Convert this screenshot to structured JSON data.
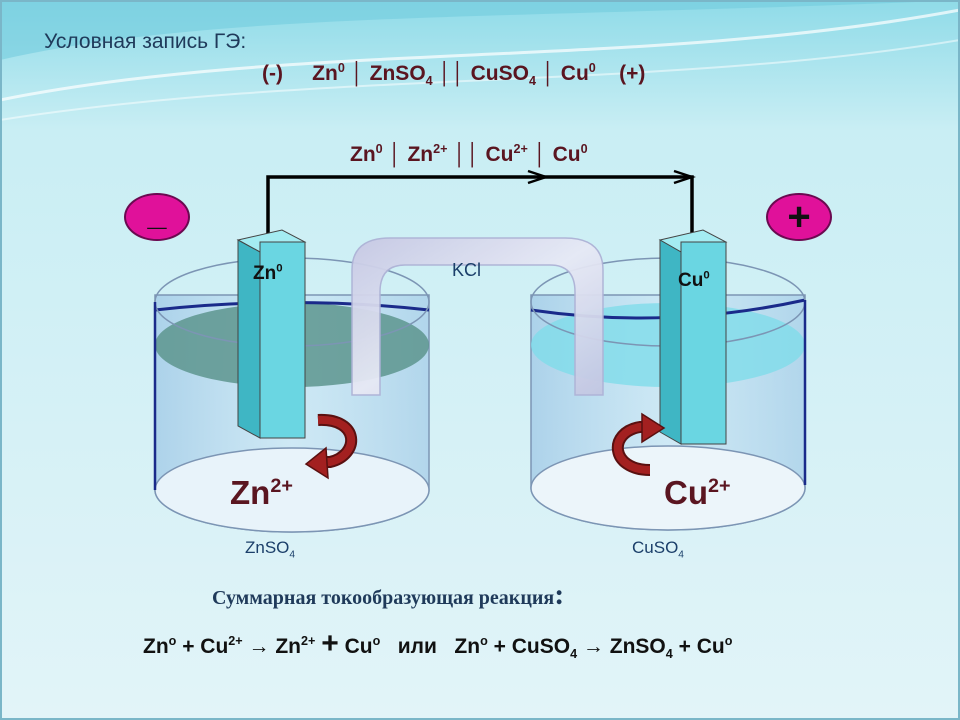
{
  "title": "Условная запись ГЭ:",
  "scheme_full": {
    "minus": "(-)",
    "zn": "Zn",
    "zn_sup": "0",
    "sep1": "│",
    "znso": "ZnSO",
    "znso_sub": "4",
    "sep2": "││",
    "cuso": "CuSO",
    "cuso_sub": "4",
    "sep3": "│",
    "cu": "Cu",
    "cu_sup": "0",
    "plus": "(+)"
  },
  "scheme_ionic": {
    "zn": "Zn",
    "zn_sup": "0",
    "sep1": "│",
    "zn_ion": "Zn",
    "zn_ion_sup": "2+",
    "sep2": "││",
    "cu_ion": "Cu",
    "cu_ion_sup": "2+",
    "sep3": "│",
    "cu": "Cu",
    "cu_sup": "0"
  },
  "anode": {
    "sign": "_",
    "electrode": "Zn",
    "electrode_sup": "0",
    "ion": "Zn",
    "ion_sup": "2+",
    "salt": "ZnSO",
    "salt_sub": "4"
  },
  "cathode": {
    "sign": "+",
    "electrode": "Cu",
    "electrode_sup": "0",
    "ion": "Cu",
    "ion_sup": "2+",
    "salt": "CuSO",
    "salt_sub": "4"
  },
  "bridge_label": "KCl",
  "summary": {
    "text": "Суммарная токообразующая реакция",
    "colon": ":"
  },
  "equation": {
    "p1": "Zn",
    "p1_sup": "o",
    "p2": " + Cu",
    "p2_sup": "2+",
    "p3": "→ Zn",
    "p3_sup": "2+",
    "p4": "+",
    "p5": " Cu",
    "p5_sup": "o",
    "p6": "   или   Zn",
    "p6_sup": "o",
    "p7": " + CuSO",
    "p7_sub": "4",
    "p8": " → ZnSO",
    "p8_sub": "4",
    "p9": " + Cu",
    "p9_sup": "o"
  },
  "colors": {
    "accent": "#5a1520",
    "sign": "#e0119a",
    "electrode": "#6ad6e2",
    "wire": "#000000",
    "arrow": "#8a1a1a",
    "rim": "#1a2a8a"
  }
}
